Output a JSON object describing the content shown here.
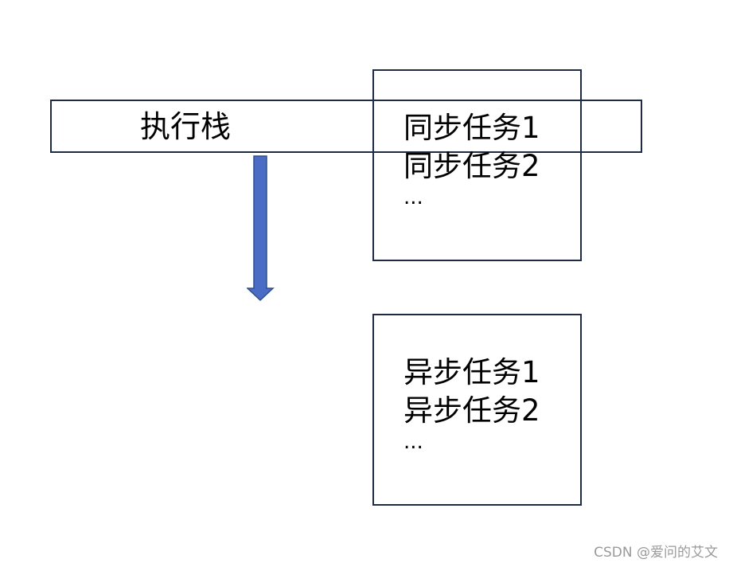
{
  "execution_stack": {
    "label": "执行栈"
  },
  "sync_tasks": {
    "items": [
      "同步任务1",
      "同步任务2",
      "..."
    ]
  },
  "async_tasks": {
    "items": [
      "异步任务1",
      "异步任务2",
      "..."
    ]
  },
  "arrow": {
    "direction": "down",
    "fill_color": "#4a6cc4",
    "stroke_color": "#2f4f8f"
  },
  "colors": {
    "box_border": "#1f2a44",
    "text": "#000000",
    "watermark": "#9a9a9a"
  },
  "watermark": {
    "text": "CSDN @爱问的艾文"
  }
}
